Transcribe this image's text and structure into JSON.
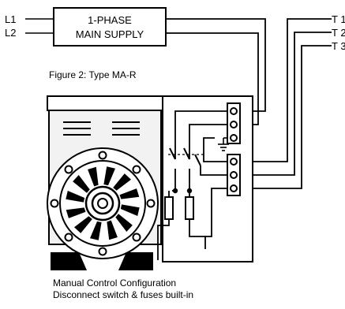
{
  "supply": {
    "inputs": [
      "L1",
      "L2"
    ],
    "box_line1": "1-PHASE",
    "box_line2": "MAIN SUPPLY"
  },
  "outputs": [
    "T 1",
    "T 2",
    "T 3"
  ],
  "figure_title": "Figure 2: Type MA-R",
  "caption": {
    "line1": "Manual Control Configuration",
    "line2": "Disconnect switch & fuses built-in"
  },
  "colors": {
    "ink": "#000000",
    "background": "#ffffff",
    "body_fill": "#f2f2f2"
  }
}
